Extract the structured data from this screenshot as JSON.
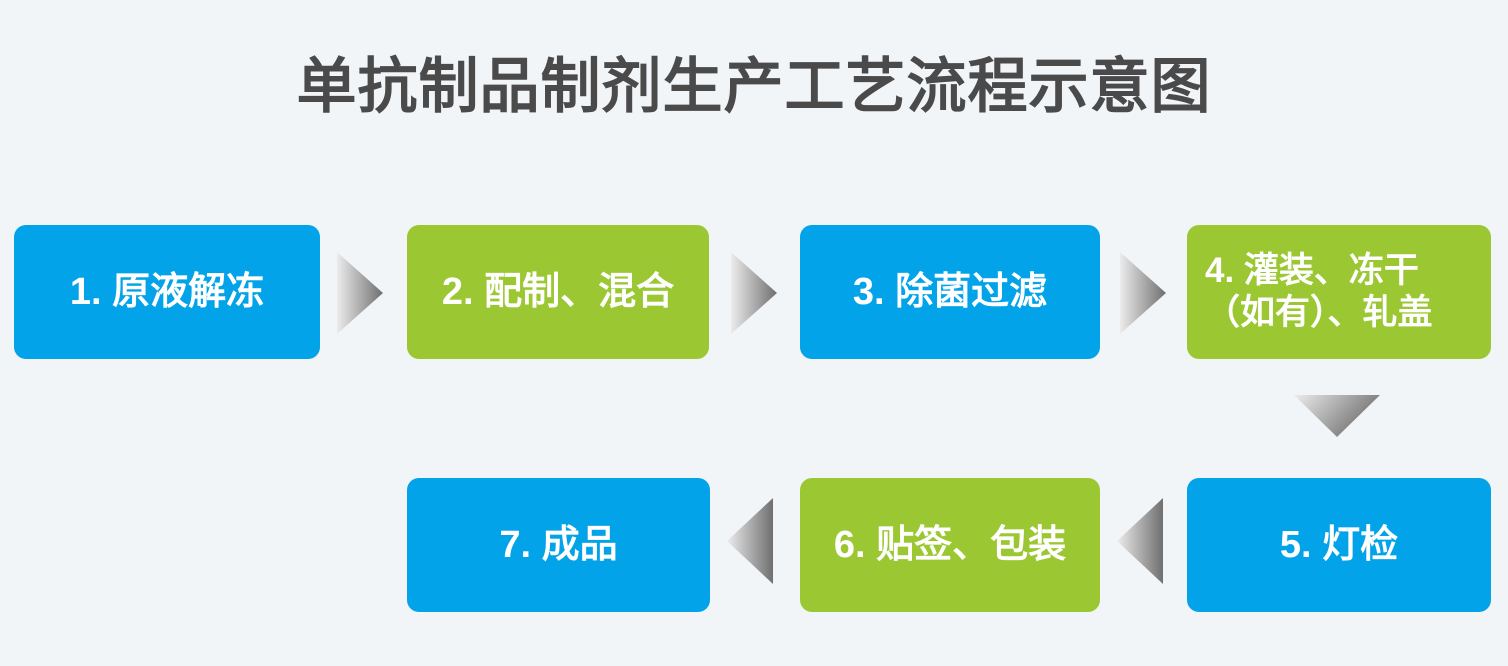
{
  "page": {
    "background_color": "#f2f5f8"
  },
  "title": "单抗制品制剂生产工艺流程示意图",
  "palette": {
    "blue": "#02a3e8",
    "green": "#9bc832",
    "title_text": "#4a4a4a",
    "node_text": "#ffffff",
    "arrow_light": "#e9e9e9",
    "arrow_dark": "#6f6f6f"
  },
  "chart_data": {
    "type": "flowchart",
    "title": "单抗制品制剂生产工艺流程示意图",
    "direction": "serpentine-right-then-left",
    "nodes": [
      {
        "step": "1",
        "label": "1. 原液解冻",
        "color": "#02a3e8",
        "row": 1
      },
      {
        "step": "2",
        "label": "2. 配制、混合",
        "color": "#9bc832",
        "row": 1
      },
      {
        "step": "3",
        "label": "3. 除菌过滤",
        "color": "#02a3e8",
        "row": 1
      },
      {
        "step": "4",
        "label": "4. 灌装、冻干\n（如有）、轧盖",
        "color": "#9bc832",
        "row": 1
      },
      {
        "step": "5",
        "label": "5. 灯检",
        "color": "#02a3e8",
        "row": 2
      },
      {
        "step": "6",
        "label": "6. 贴签、包装",
        "color": "#9bc832",
        "row": 2
      },
      {
        "step": "7",
        "label": "7. 成品",
        "color": "#02a3e8",
        "row": 2
      }
    ],
    "edges": [
      {
        "from": "1",
        "to": "2",
        "direction": "right"
      },
      {
        "from": "2",
        "to": "3",
        "direction": "right"
      },
      {
        "from": "3",
        "to": "4",
        "direction": "right"
      },
      {
        "from": "4",
        "to": "5",
        "direction": "down"
      },
      {
        "from": "5",
        "to": "6",
        "direction": "left"
      },
      {
        "from": "6",
        "to": "7",
        "direction": "left"
      }
    ]
  },
  "nodes": {
    "n1": {
      "label": "1. 原液解冻"
    },
    "n2": {
      "label": "2. 配制、混合"
    },
    "n3": {
      "label": "3. 除菌过滤"
    },
    "n4": {
      "label": "4. 灌装、冻干\n（如有）、轧盖"
    },
    "n5": {
      "label": "5. 灯检"
    },
    "n6": {
      "label": "6. 贴签、包装"
    },
    "n7": {
      "label": "7. 成品"
    }
  }
}
